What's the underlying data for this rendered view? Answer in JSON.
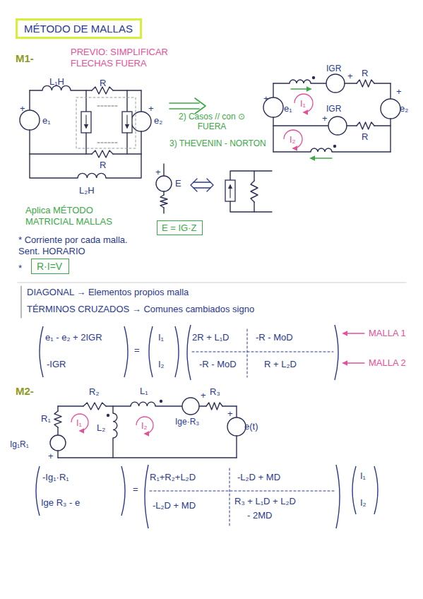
{
  "diagram": {
    "nodes": [
      {
        "text": [
          "MÉTODO DE MALLAS"
        ]
      },
      {
        "text": [
          "E = IG·Z"
        ]
      },
      {
        "text": [
          "R·I=V"
        ]
      }
    ],
    "labels": [
      "M1-",
      "PREVIO: SIMPLIFICAR FLECHAS FUERA",
      "L₁H",
      "R",
      "+",
      "e₁",
      "+",
      "e₂",
      "R",
      "L₂H",
      "2) Casos // con ⊙ FUERA",
      "3) THEVENIN - NORTON",
      "IGR",
      "+",
      "R",
      "+",
      "e₁",
      "I₁",
      "IGR",
      "+",
      "R",
      "e₂",
      "+",
      "I₂",
      "+",
      "E",
      "Aplica MÉTODO MATRICIAL MALLAS",
      "* Corriente por cada malla. Sent. HORARIO",
      "*",
      "DIAGONAL → Elementos propios malla",
      "TÉRMINOS CRUZADOS → Comunes cambiados signo",
      "e₁ - e₂ + 2IGR",
      "-IGR",
      "=",
      "I₁",
      "I₂",
      "2R + L₁D",
      "-R - MoD",
      "-R - MoD",
      "R + L₂D",
      "MALLA 1",
      "MALLA 2",
      "M2-",
      "R₂",
      "L₁",
      "+",
      "R₃",
      "R₁",
      "I₁",
      "L₂",
      "I₂",
      "Ige·R₃",
      "+",
      "e(t)",
      "Ig₁R₁",
      "+",
      "-Ig₁·R₁",
      "Ige R₃ - e",
      "=",
      "R₁+R₂+L₂D",
      "-L₂D + MD",
      "-L₂D + MD",
      "R₃ + L₁D + L₂D",
      "- 2MD",
      "I₁",
      "I₂"
    ]
  }
}
